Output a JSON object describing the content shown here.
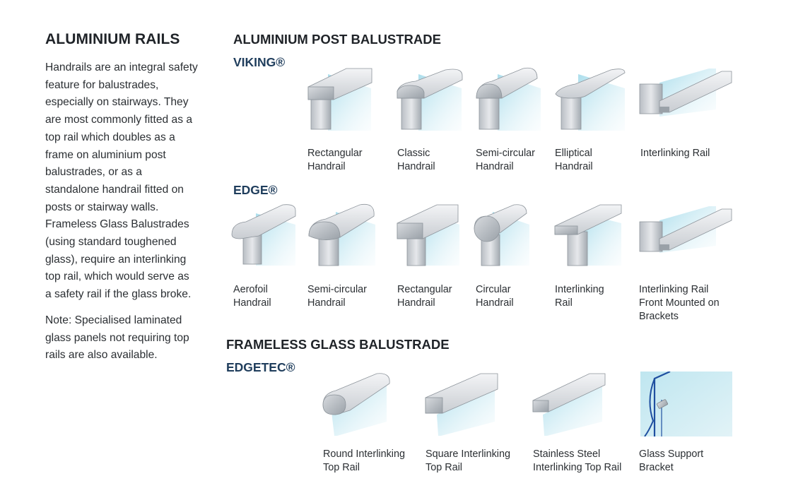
{
  "sidebar": {
    "title": "ALUMINIUM RAILS",
    "paragraph1": "Handrails are an integral safety feature for balustrades, especially on stairways. They are most commonly fitted as a top rail which doubles as a frame on aluminium post balustrades, or as a standalone handrail fitted on posts or stairway walls. Frameless Glass Balustrades (using standard toughened glass), require an interlinking top rail, which would serve as a safety rail if the glass broke.",
    "paragraph2": "Note: Specialised laminated glass panels not requiring top rails are also available."
  },
  "post_section": {
    "title": "ALUMINIUM POST BALUSTRADE",
    "viking": {
      "brand": "VIKING®",
      "items": [
        {
          "line1": "Rectangular",
          "line2": "Handrail",
          "icon": "rectangular-handrail-icon"
        },
        {
          "line1": "Classic",
          "line2": "Handrail",
          "icon": "classic-handrail-icon"
        },
        {
          "line1": "Semi-circular",
          "line2": "Handrail",
          "icon": "semi-circular-handrail-icon"
        },
        {
          "line1": "Elliptical",
          "line2": "Handrail",
          "icon": "elliptical-handrail-icon"
        },
        {
          "line1": "Interlinking Rail",
          "line2": "",
          "icon": "interlinking-rail-icon"
        }
      ]
    },
    "edge": {
      "brand": "EDGE®",
      "items": [
        {
          "line1": "Aerofoil",
          "line2": "Handrail",
          "line3": "",
          "icon": "aerofoil-handrail-icon"
        },
        {
          "line1": "Semi-circular",
          "line2": "Handrail",
          "line3": "",
          "icon": "semi-circular-handrail-icon"
        },
        {
          "line1": "Rectangular",
          "line2": "Handrail",
          "line3": "",
          "icon": "rectangular-handrail-icon"
        },
        {
          "line1": "Circular",
          "line2": "Handrail",
          "line3": "",
          "icon": "circular-handrail-icon"
        },
        {
          "line1": "Interlinking",
          "line2": "Rail",
          "line3": "",
          "icon": "interlinking-rail-icon"
        },
        {
          "line1": "Interlinking Rail",
          "line2": "Front Mounted on",
          "line3": "Brackets",
          "icon": "front-mounted-rail-icon"
        }
      ]
    }
  },
  "frameless_section": {
    "title": "FRAMELESS GLASS BALUSTRADE",
    "edgetec": {
      "brand": "EDGETEC®",
      "items": [
        {
          "line1": "Round Interlinking",
          "line2": "Top Rail",
          "icon": "round-top-rail-icon"
        },
        {
          "line1": "Square Interlinking",
          "line2": "Top Rail",
          "icon": "square-top-rail-icon"
        },
        {
          "line1": "Stainless Steel",
          "line2": "Interlinking Top Rail",
          "icon": "stainless-top-rail-icon"
        },
        {
          "line1": "Glass Support",
          "line2": "Bracket",
          "icon": "glass-bracket-icon"
        }
      ]
    }
  },
  "colors": {
    "brand_heading": "#1f3d5c",
    "metal_light": "#e4e7ea",
    "metal_dark": "#9aa1a8",
    "glass": "#bfe6f0"
  }
}
